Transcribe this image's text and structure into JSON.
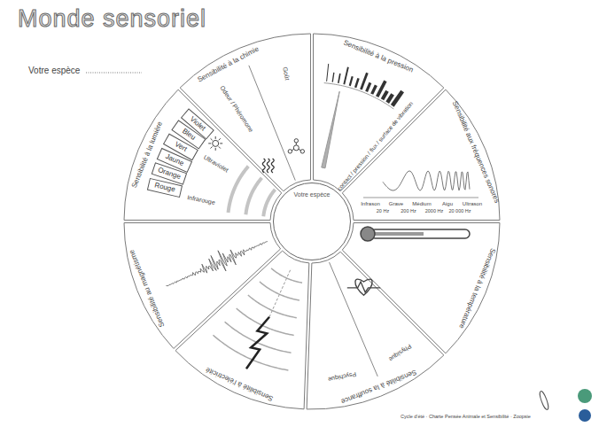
{
  "diagram": {
    "title": "Monde sensoriel",
    "nodes": [
      {
        "text": [
          "Votre espèce"
        ]
      },
      {
        "text": [
          "Violet"
        ]
      },
      {
        "text": [
          "Bleu"
        ]
      },
      {
        "text": [
          "Vert"
        ]
      },
      {
        "text": [
          "Jaune"
        ]
      },
      {
        "text": [
          "Orange"
        ]
      },
      {
        "text": [
          "Rouge"
        ]
      }
    ],
    "labels": [
      "Votre espèce",
      "Sensibilité à la chimie",
      "Odeur / Phéromone",
      "Goût",
      "Sensibilité à la pression",
      "contact / pression / flux / surface de vibration",
      "Sensibilité aux fréquences sonores",
      "Infrason",
      "Grave",
      "Médium",
      "Aigu",
      "Ultrason",
      "20 Hz",
      "200 Hz",
      "2000 Hz",
      "20 000 Hz",
      "Sensibilité à la température",
      "Sensibilité à la souffrance",
      "Physique",
      "Psychique",
      "Sensibilité à l'électricité",
      "Sensibilité au magnétisme",
      "Sensibilité à la lumière",
      "Ultraviolet",
      "Infrarouge",
      "Cycle d'été · Charte Pensée Animale et Sensibilité · Zoopsie"
    ]
  }
}
